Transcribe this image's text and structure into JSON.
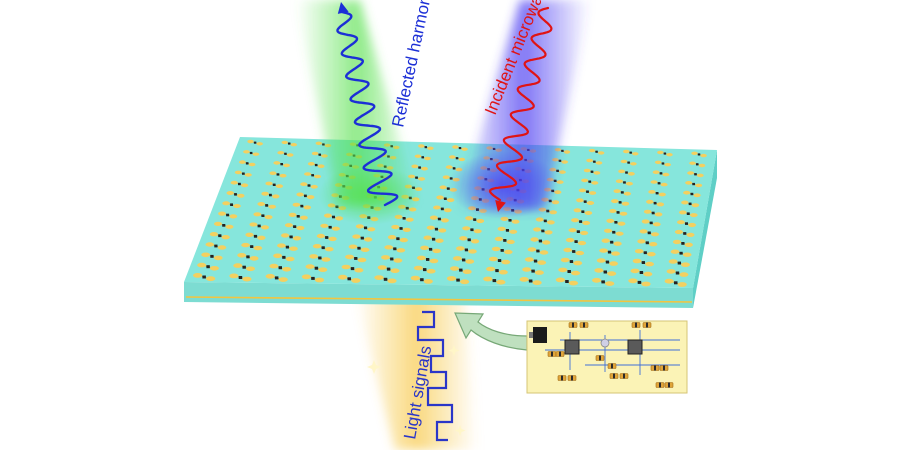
{
  "labels": {
    "reflected": "Reflected harmonics",
    "incident": "Incident microwaves",
    "light": "Light signals"
  },
  "colors": {
    "reflected_wave": "#1c2fd6",
    "incident_wave": "#e01414",
    "light_wave": "#2a36c8",
    "surface_top": "#86e6dc",
    "surface_side": "#5fcfc6",
    "surface_front": "#7ddcd2",
    "gold_line": "#f2c540",
    "element_gold": "#f3d060",
    "element_dark": "#222222",
    "circuit_bg": "#fbf3b6",
    "arrow_fill": "#bfe0bf",
    "arrow_stroke": "#77a877",
    "green_beam": "#54e04a",
    "purple_beam": "#4b3cf2",
    "yellow_beam": "#f7c94a"
  },
  "grid": {
    "rows": 14,
    "cols": 14
  }
}
